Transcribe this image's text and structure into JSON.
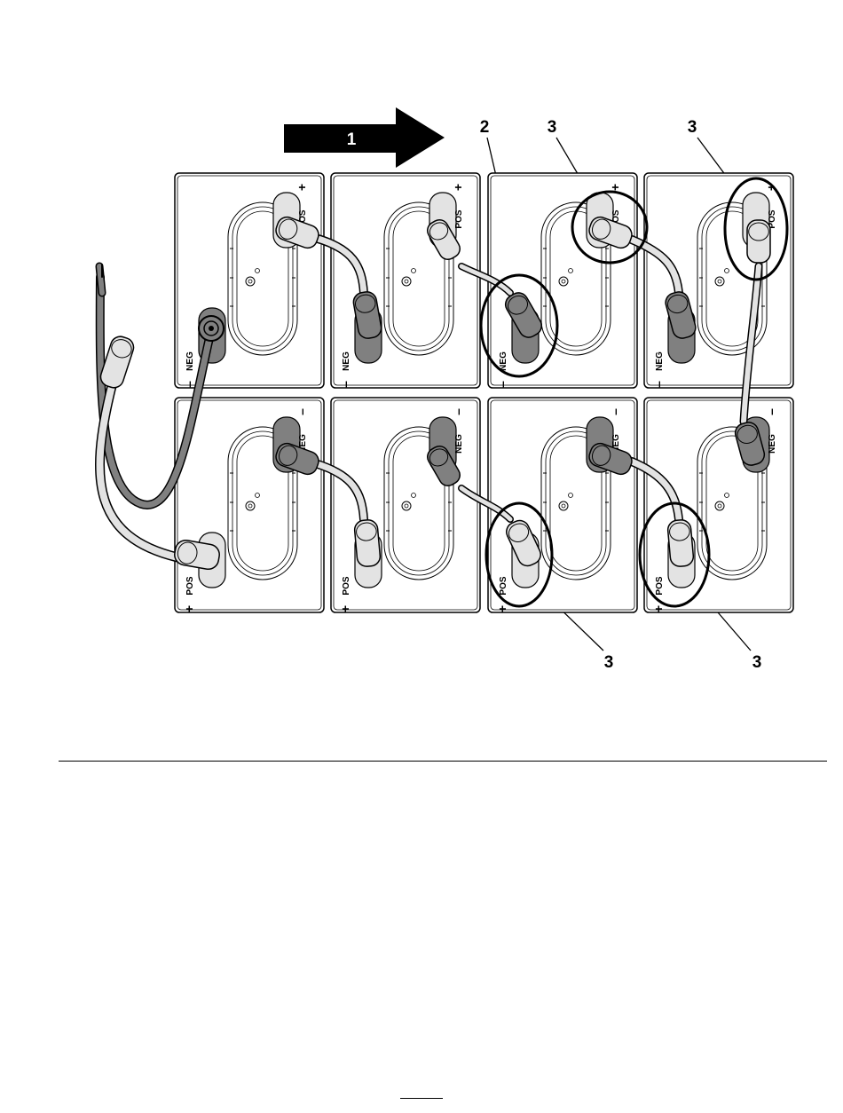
{
  "figure": {
    "direction_arrow_label": "1",
    "callouts": [
      "2",
      "3",
      "3",
      "3",
      "3"
    ]
  },
  "batteries": {
    "positive_label": "POS",
    "negative_label": "NEG",
    "positive_sign": "+",
    "negative_sign": "–"
  },
  "colors": {
    "ink": "#000000",
    "positive_cable": "#e3e3e3",
    "negative_cable": "#808080",
    "battery_case": "#ffffff"
  }
}
